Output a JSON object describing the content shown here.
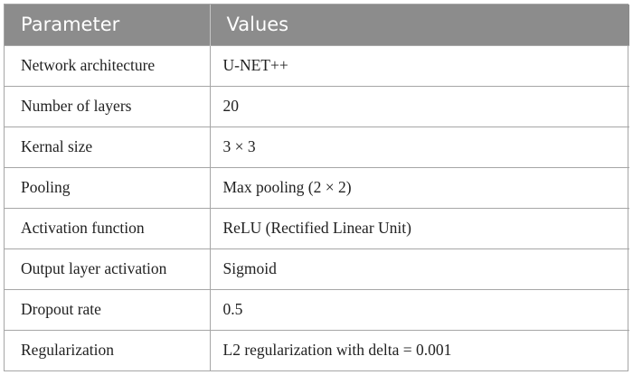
{
  "table": {
    "headers": [
      "Parameter",
      "Values"
    ],
    "rows": [
      [
        "Network architecture",
        "U-NET++"
      ],
      [
        "Number of layers",
        "20"
      ],
      [
        "Kernal size",
        "3 × 3"
      ],
      [
        "Pooling",
        "Max pooling (2 × 2)"
      ],
      [
        "Activation function",
        "ReLU (Rectified Linear Unit)"
      ],
      [
        "Output layer activation",
        "Sigmoid"
      ],
      [
        "Dropout rate",
        "0.5"
      ],
      [
        "Regularization",
        "L2 regularization with delta = 0.001"
      ]
    ]
  },
  "colors": {
    "header_background": "#8c8c8c",
    "header_text": "#ffffff",
    "border": "#a6a6a6",
    "body_text": "#222222"
  }
}
